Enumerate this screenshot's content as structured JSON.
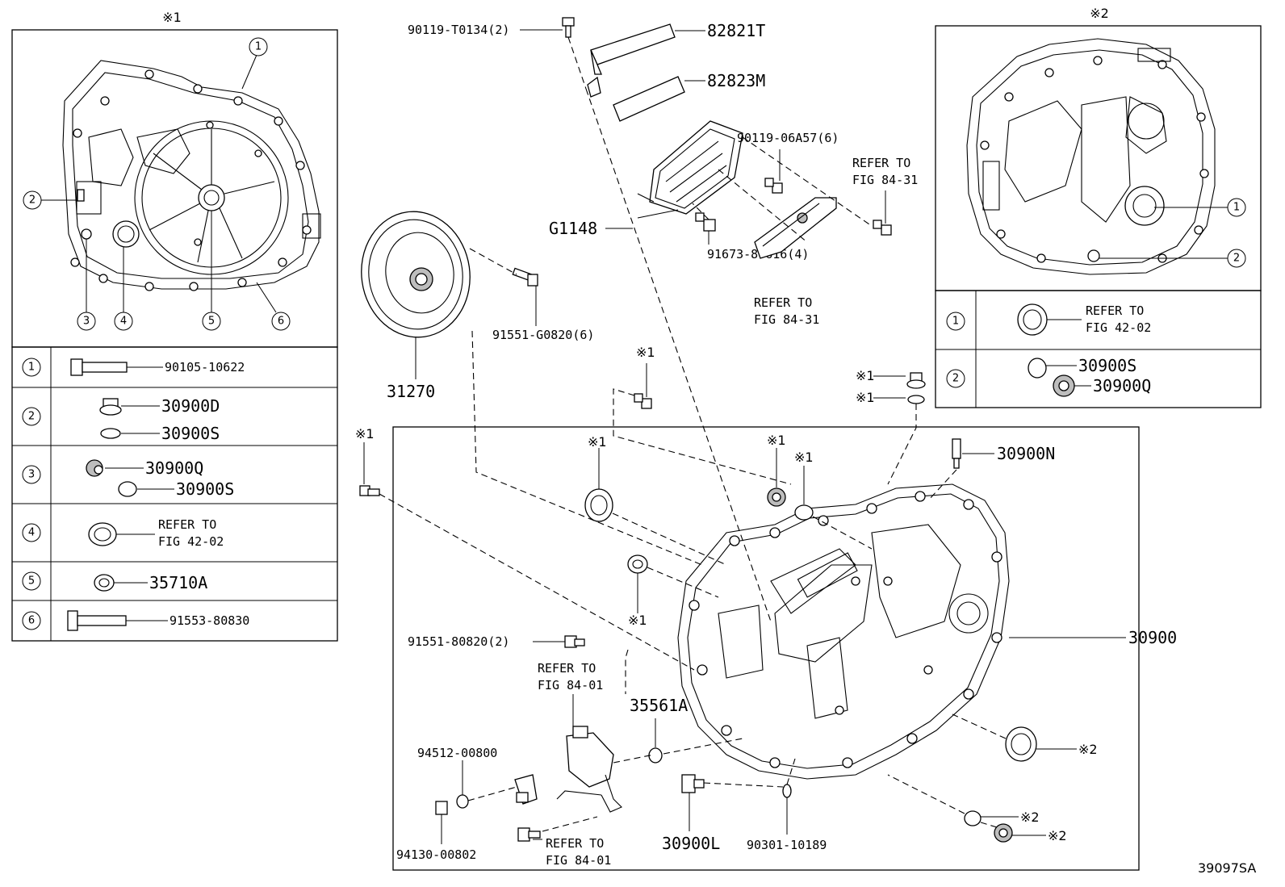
{
  "inset_left": {
    "note": "※1",
    "callouts": [
      "1",
      "2",
      "3",
      "4",
      "5",
      "6"
    ],
    "table": [
      {
        "num": "1",
        "parts": [
          "90105-10622"
        ]
      },
      {
        "num": "2",
        "parts": [
          "30900D",
          "30900S"
        ]
      },
      {
        "num": "3",
        "parts": [
          "30900Q",
          "30900S"
        ]
      },
      {
        "num": "4",
        "parts": [
          "REFER TO",
          "FIG 42-02"
        ]
      },
      {
        "num": "5",
        "parts": [
          "35710A"
        ]
      },
      {
        "num": "6",
        "parts": [
          "91553-80830"
        ]
      }
    ]
  },
  "inset_right": {
    "note": "※2",
    "callouts": [
      "1",
      "2"
    ],
    "table": [
      {
        "num": "1",
        "parts": [
          "REFER TO",
          "FIG 42-02"
        ]
      },
      {
        "num": "2",
        "parts": [
          "30900S",
          "30900Q"
        ]
      }
    ]
  },
  "labels": {
    "p90119_t0134": "90119-T0134(2)",
    "p82821t": "82821T",
    "p82823m": "82823M",
    "p90119_06a57": "90119-06A57(6)",
    "refer_84_31_a_1": "REFER TO",
    "refer_84_31_a_2": "FIG 84-31",
    "g1148": "G1148",
    "p91673": "91673-80616(4)",
    "refer_84_31_b_1": "REFER TO",
    "refer_84_31_b_2": "FIG 84-31",
    "p91551_g0820": "91551-G0820(6)",
    "p31270": "31270",
    "p30900n": "30900N",
    "p30900": "30900",
    "p91551_80820": "91551-80820(2)",
    "refer_84_01_a_1": "REFER TO",
    "refer_84_01_a_2": "FIG 84-01",
    "p35561a": "35561A",
    "p94512": "94512-00800",
    "p94130": "94130-00802",
    "refer_84_01_b_1": "REFER TO",
    "refer_84_01_b_2": "FIG 84-01",
    "p30900l": "30900L",
    "p90301": "90301-10189",
    "mark1": "※1",
    "mark2": "※2",
    "diagram_id": "39097SA"
  }
}
